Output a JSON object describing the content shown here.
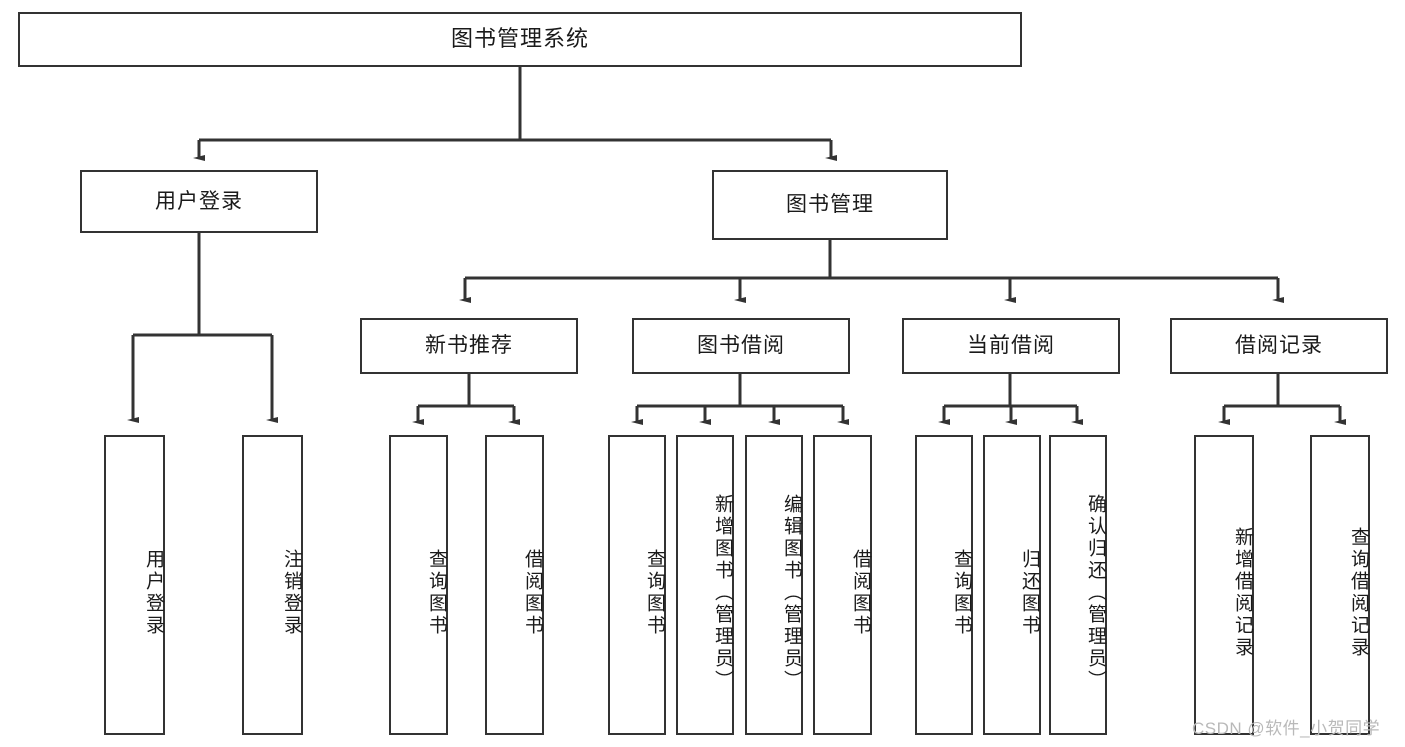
{
  "diagram": {
    "title": "图书管理系统",
    "watermark": "CSDN @软件_小贺同学",
    "colors": {
      "stroke": "#333333",
      "fill": "#ffffff",
      "text": "#1a1a1a",
      "watermark": "#b9b9b9"
    },
    "root": {
      "label": "图书管理系统"
    },
    "level1": [
      {
        "label": "用户登录"
      },
      {
        "label": "图书管理"
      }
    ],
    "level2": [
      {
        "label": "新书推荐"
      },
      {
        "label": "图书借阅"
      },
      {
        "label": "当前借阅"
      },
      {
        "label": "借阅记录"
      }
    ],
    "leaves": [
      {
        "label": "用户登录",
        "parent": "用户登录"
      },
      {
        "label": "注销登录",
        "parent": "用户登录"
      },
      {
        "label": "查询图书",
        "parent": "新书推荐"
      },
      {
        "label": "借阅图书",
        "parent": "新书推荐"
      },
      {
        "label": "查询图书",
        "parent": "图书借阅"
      },
      {
        "label": "新增图书（管理员）",
        "parent": "图书借阅"
      },
      {
        "label": "编辑图书（管理员）",
        "parent": "图书借阅"
      },
      {
        "label": "借阅图书",
        "parent": "图书借阅"
      },
      {
        "label": "查询图书",
        "parent": "当前借阅"
      },
      {
        "label": "归还图书",
        "parent": "当前借阅"
      },
      {
        "label": "确认归还（管理员）",
        "parent": "当前借阅"
      },
      {
        "label": "新增借阅记录",
        "parent": "借阅记录"
      },
      {
        "label": "查询借阅记录",
        "parent": "借阅记录"
      }
    ]
  }
}
